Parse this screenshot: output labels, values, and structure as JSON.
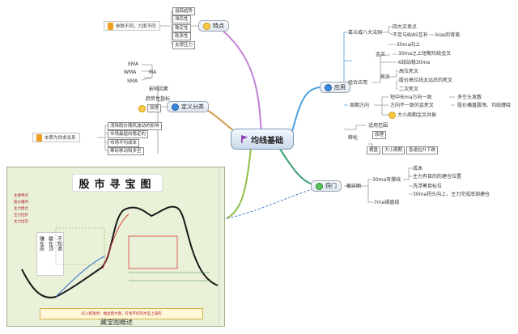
{
  "central": {
    "title": "均线基础"
  },
  "branch_tedian": {
    "label": "特点",
    "items": [
      "追踪趋势",
      "滞后性",
      "稳定性",
      "助涨性",
      "支撑压力"
    ],
    "note": "参数不同，力度不同"
  },
  "branch_dingyi": {
    "label": "定义分类",
    "ma": "MA",
    "ma_types": [
      "EMA",
      "WMA",
      "SMA"
    ],
    "influence": "影响因素",
    "trend_indicator": "趋势性指标",
    "principle": "原理",
    "principle_items": [
      "消除股价随机波动的影响",
      "市场最趋向稳定的",
      "市场平均成本",
      "筹码移动和多空"
    ],
    "note": "本质为供求关系"
  },
  "branch_yingyong": {
    "label": "应用",
    "granville": "葛兰威八大法则",
    "granville_items": [
      "四大买卖点",
      "不足与BIAS互补",
      "bias的背离"
    ],
    "ma30_up": "30ma向上",
    "jincha": "金叉",
    "jincha_items": [
      "30ma之上短期均线金叉",
      "K线站稳30ma"
    ],
    "zhibiao": "组合应用",
    "sicha": "死叉",
    "sicha_items": [
      "高位死叉",
      "股价高位线太远后的死叉",
      "二次死叉"
    ],
    "cycle": "周期方向",
    "cycle_items": [
      "短中长ma方向一致",
      "方向不一致的金死叉"
    ],
    "cycle_right": [
      "多空头发散",
      "股价横盘震荡、均线缠绕"
    ],
    "big_cycle": "大小周期金叉共振",
    "trend_follow": "适用范围",
    "principle": "原理",
    "zhuanhua": "转化",
    "zhuanhua_items": [
      "横盘",
      "大小周期",
      "急速拉升下跌"
    ]
  },
  "branch_jiaomen": {
    "label": "窍门",
    "gaishou": "截实图",
    "ma30": "30ma攻撑线",
    "ma30_items": [
      "成本",
      "主力有目的的建仓位置",
      "洗浮筹目标位",
      "30ma拐头向上，主力完成底部建仓"
    ],
    "ma7": "7ma操盘线"
  },
  "chart_image": {
    "title": "股市寻宝图",
    "caption": "藏宝图概述",
    "left_labels": [
      "主要特点",
      "股价循环",
      "主力建仓",
      "主力拉升",
      "主力出货"
    ],
    "vertical_text": [
      "赚在底",
      "输在顶",
      "不知道"
    ],
    "footer": "买入抓涨停；抛出看大盘，盯住不好的才是上道的"
  }
}
